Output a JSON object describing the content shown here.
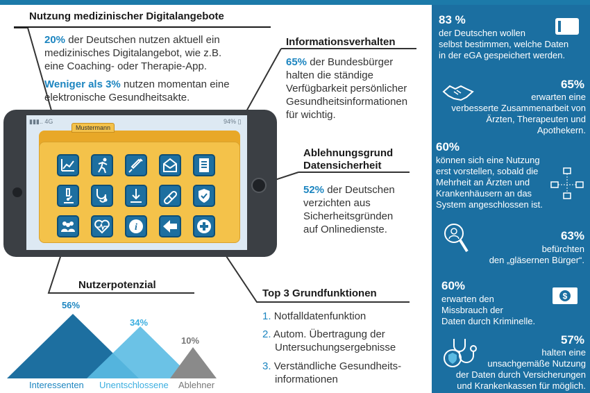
{
  "colors": {
    "accent": "#1c85c0",
    "sidebar": "#1b6fa1",
    "folder": "#f4c24a",
    "tablet": "#3b3f44",
    "tile": "#1d6fa0",
    "grey": "#8a8a8a",
    "light_blue": "#5bbbe3"
  },
  "usage": {
    "heading": "Nutzung medizinischer Digitalangebote",
    "stat1_pct": "20%",
    "stat1_text_l1": " der Deutschen nutzen aktuell ein",
    "stat1_text_l2": "medizinisches Digitalangebot, wie z.B.",
    "stat1_text_l3": "eine Coaching- oder Therapie-App.",
    "stat2_pct": "Weniger als 3%",
    "stat2_text_l1": " nutzen momentan eine",
    "stat2_text_l2": "elektronische Gesundheitsakte."
  },
  "info": {
    "heading": "Informationsverhalten",
    "pct": "65%",
    "text_l1": " der Bundesbürger",
    "text_l2": "halten die ständige",
    "text_l3": "Verfügbarkeit persönlicher",
    "text_l4": "Gesundheitsinformationen",
    "text_l5": "für wichtig."
  },
  "rejection": {
    "heading_l1": "Ablehnungsgrund",
    "heading_l2": "Datensicherheit",
    "pct": "52%",
    "text_l1": " der Deutschen",
    "text_l2": "verzichten aus",
    "text_l3": "Sicherheitsgründen",
    "text_l4": "auf Onlinedienste."
  },
  "tablet": {
    "signal": "4G",
    "battery": "94%",
    "folder_tab": "Mustermann",
    "icons": [
      "chart-icon",
      "runner-icon",
      "syringe-icon",
      "mail-icon",
      "document-icon",
      "microscope-icon",
      "stethoscope-icon",
      "download-icon",
      "pills-icon",
      "shield-icon",
      "people-icon",
      "heartbeat-icon",
      "info-icon",
      "share-icon",
      "medical-cross-icon"
    ]
  },
  "potential": {
    "heading": "Nutzerpotenzial",
    "series": [
      {
        "label": "Interessenten",
        "value": "56%"
      },
      {
        "label": "Unentschlossene",
        "value": "34%"
      },
      {
        "label": "Ablehner",
        "value": "10%"
      }
    ]
  },
  "functions": {
    "heading": "Top 3 Grundfunktionen",
    "items": [
      {
        "num": "1.",
        "l1": "Notfalldatenfunktion",
        "l2": ""
      },
      {
        "num": "2.",
        "l1": "Autom. Übertragung der",
        "l2": "Untersuchungsergebnisse"
      },
      {
        "num": "3.",
        "l1": "Verständliche Gesundheits-",
        "l2": "informationen"
      }
    ]
  },
  "sidebar": {
    "s1": {
      "pct": "83 %",
      "l1": "der Deutschen wollen",
      "l2": "selbst bestimmen, welche Daten",
      "l3": "in der eGA gespeichert werden."
    },
    "s2": {
      "pct": "65%",
      "l1": "erwarten eine",
      "l2": "verbesserte Zusammenarbeit von",
      "l3": "Ärzten, Therapeuten und",
      "l4": "Apothekern."
    },
    "s3": {
      "pct": "60%",
      "l1": "können sich eine Nutzung",
      "l2": "erst vorstellen, sobald die",
      "l3": "Mehrheit an Ärzten und",
      "l4": "Krankenhäusern an das",
      "l5": "System angeschlossen ist."
    },
    "s4": {
      "pct": "63%",
      "l1": "befürchten",
      "l2": "den „gläsernen Bürger“."
    },
    "s5": {
      "pct": "60%",
      "l1": "erwarten den",
      "l2": "Missbrauch der",
      "l3": "Daten durch Kriminelle."
    },
    "s6": {
      "pct": "57%",
      "l1": "halten eine",
      "l2": "unsachgemäße Nutzung",
      "l3": "der Daten durch Versicherungen",
      "l4": "und Krankenkassen für möglich."
    }
  }
}
